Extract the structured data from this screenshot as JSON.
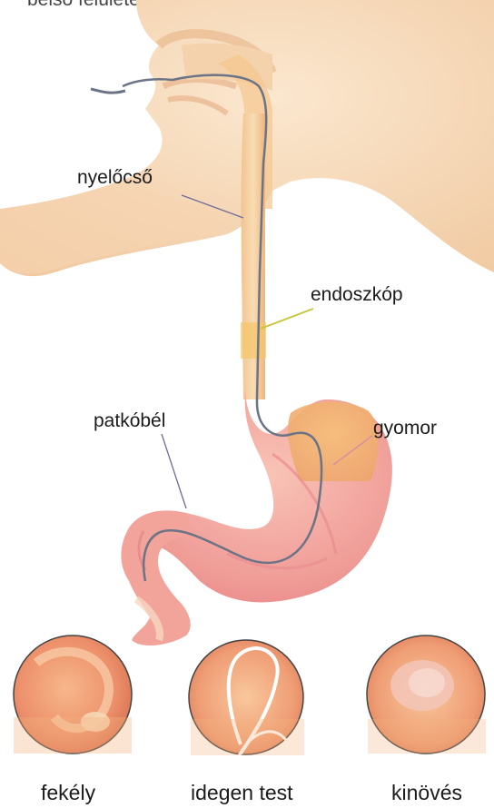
{
  "top_caption": "belső felülete.",
  "labels": {
    "esophagus": "nyelőcső",
    "endoscope": "endoszkóp",
    "duodenum": "patkóbél",
    "stomach": "gyomor"
  },
  "thumbnails": [
    {
      "label": "fekély"
    },
    {
      "label": "idegen test"
    },
    {
      "label": "kinövés"
    }
  ],
  "colors": {
    "skin": "#f6dcbf",
    "skin_shade": "#efc9a0",
    "esophagus": "#f0b77c",
    "stomach": "#ee8f8f",
    "stomach_light": "#f7c0b5",
    "endoscope_line": "#c9c53a",
    "leader_line": "#6e6a9a",
    "scope_tube": "#6b7487"
  }
}
